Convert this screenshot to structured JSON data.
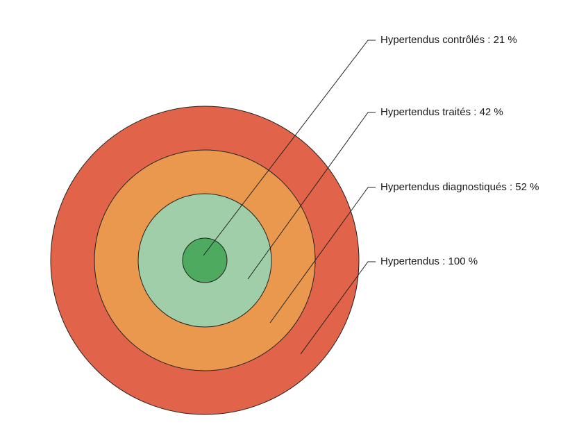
{
  "diagram": {
    "rings": [
      {
        "key": "hypertendus",
        "label": "Hypertendus : 100 %",
        "percent": 100,
        "color": "#E0634A"
      },
      {
        "key": "diagnostiques",
        "label": "Hypertendus diagnostiqués : 52 %",
        "percent": 52,
        "color": "#E9984E"
      },
      {
        "key": "traites",
        "label": "Hypertendus traités : 42 %",
        "percent": 42,
        "color": "#9FCEA8"
      },
      {
        "key": "controles",
        "label": "Hypertendus contrôlés : 21 %",
        "percent": 21,
        "color": "#4DAA5F"
      }
    ]
  }
}
